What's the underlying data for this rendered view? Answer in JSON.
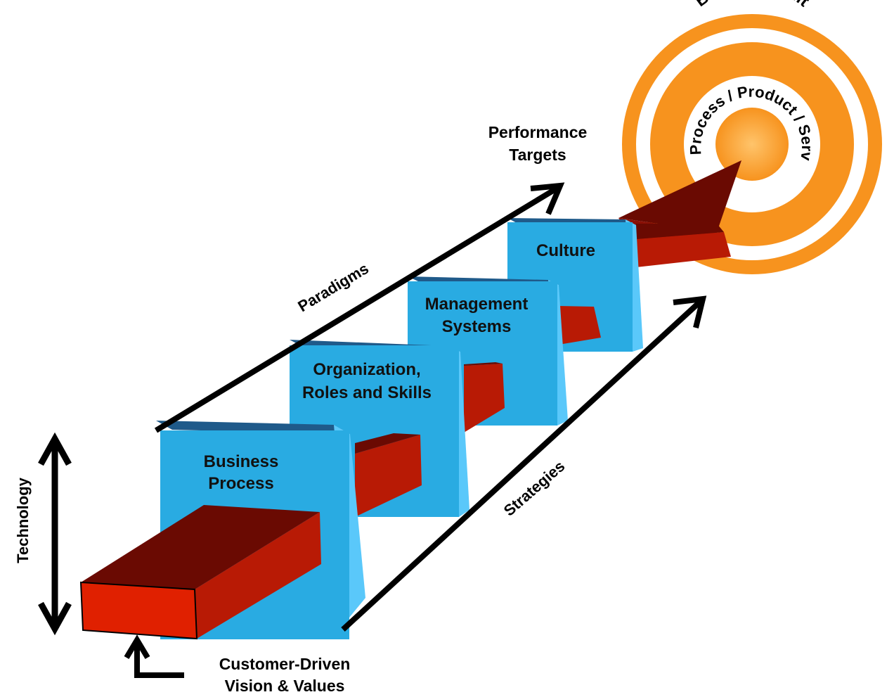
{
  "target": {
    "outer_ring_label": "Business Unit",
    "inner_ring_label": "Process / Product / Service"
  },
  "labels": {
    "performance_line1": "Performance",
    "performance_line2": "Targets",
    "paradigms": "Paradigms",
    "strategies": "Strategies",
    "technology": "Technology",
    "customer_line1": "Customer-Driven",
    "customer_line2": "Vision & Values"
  },
  "blocks": [
    {
      "line1": "Business",
      "line2": "Process"
    },
    {
      "line1": "Organization,",
      "line2": "Roles and Skills"
    },
    {
      "line1": "Management",
      "line2": "Systems"
    },
    {
      "line1": "Culture",
      "line2": ""
    }
  ],
  "colors": {
    "block_front": "#29abe2",
    "block_side": "#5ac8fa",
    "block_top": "#1f5a8a",
    "beam_front": "#e02000",
    "beam_side": "#b81a05",
    "beam_top": "#6a0a02",
    "ring_orange": "#f7931e",
    "center_orange": "#ffb347"
  }
}
